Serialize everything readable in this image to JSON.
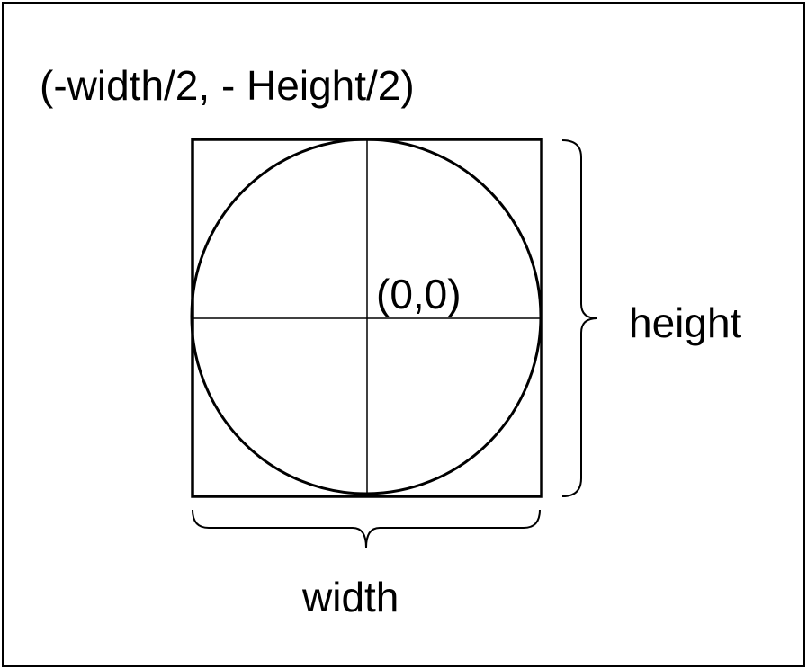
{
  "labels": {
    "corner": "(-width/2, - Height/2)",
    "origin": "(0,0)",
    "height": "height",
    "width": "width"
  },
  "colors": {
    "stroke": "#000000",
    "background": "#ffffff"
  }
}
